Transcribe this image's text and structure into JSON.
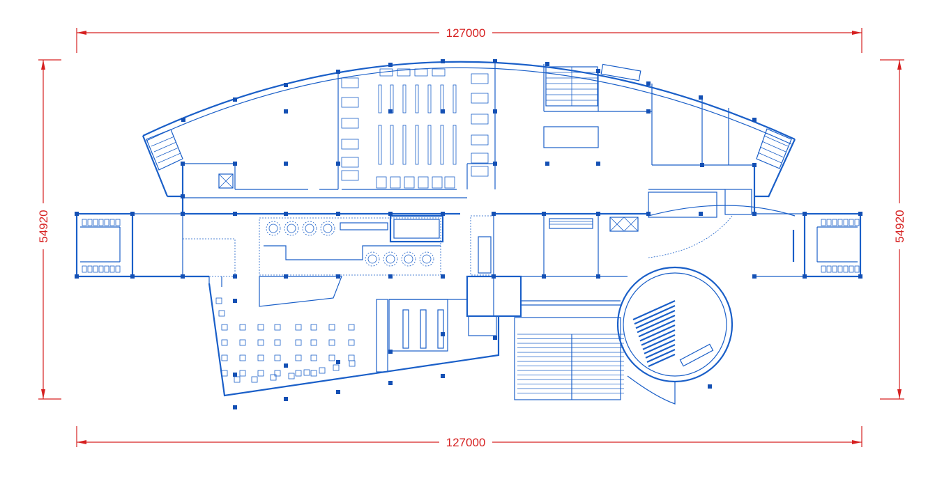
{
  "drawing": {
    "type": "architectural floor plan",
    "line_color": "#1a5fc8",
    "dimension_color": "#d62020",
    "background": "#ffffff"
  },
  "dimensions": {
    "top": "127000",
    "bottom": "127000",
    "left": "54920",
    "right": "54920"
  }
}
